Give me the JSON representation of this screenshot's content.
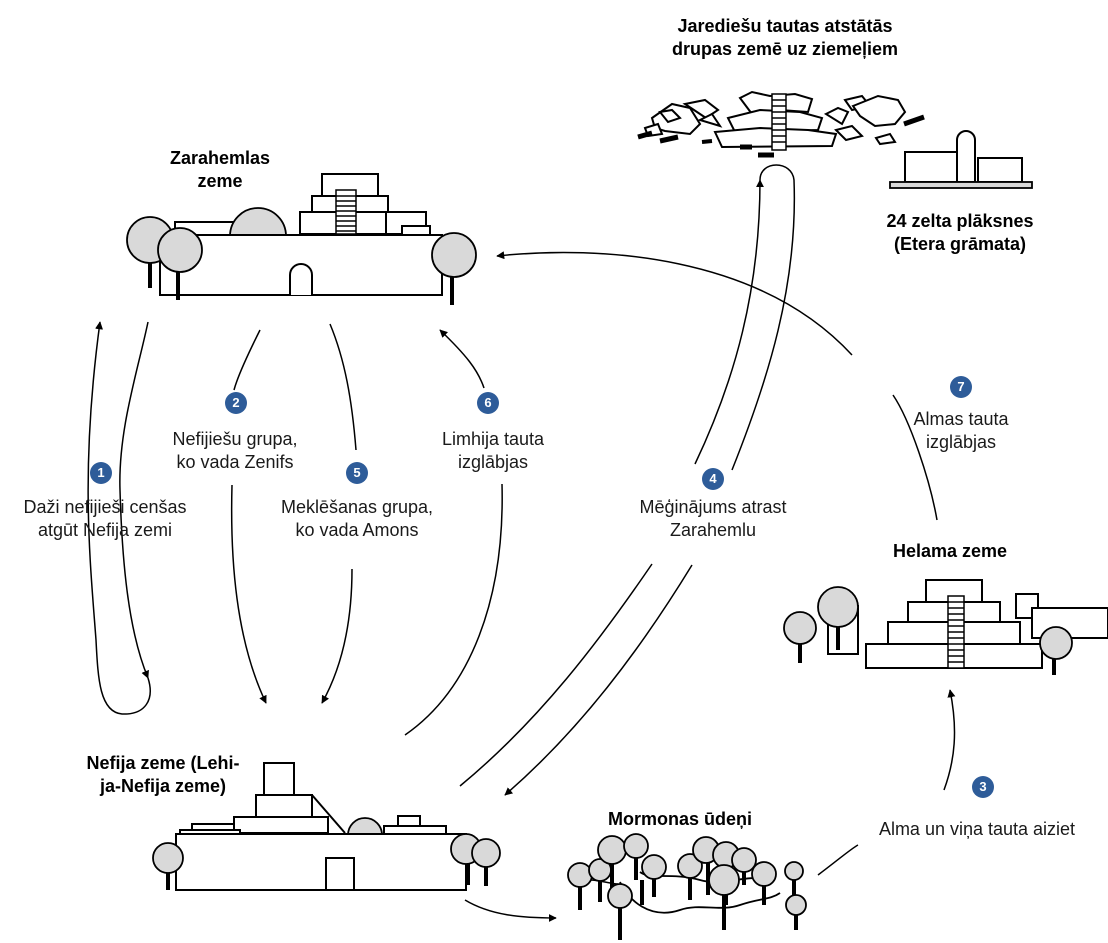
{
  "colors": {
    "badge": "#2e5c99",
    "ink": "#000000",
    "tree_fill": "#d9d9d9"
  },
  "places": {
    "zarahemla": {
      "line1": "Zarahemlas",
      "line2": "zeme"
    },
    "jaredite_ruins": {
      "line1": "Jarediešu tautas atstātās",
      "line2": "drupas zemē uz ziemeļiem"
    },
    "plates": {
      "line1": "24 zelta plāksnes",
      "line2": "(Etera grāmata)"
    },
    "helam": {
      "line1": "Helama zeme"
    },
    "nephi": {
      "line1": "Nefija zeme (Lehi-",
      "line2": "ja-Nefija zeme)"
    },
    "mormon": {
      "line1": "Mormonas ūdeņi"
    }
  },
  "journeys": [
    {
      "number": "1",
      "line1": "Daži nefijieši cenšas",
      "line2": "atgūt Nefija zemi"
    },
    {
      "number": "2",
      "line1": "Nefijiešu grupa,",
      "line2": "ko vada Zenifs"
    },
    {
      "number": "3",
      "line1": "Alma un viņa tauta aiziet"
    },
    {
      "number": "4",
      "line1": "Mēģinājums atrast",
      "line2": "Zarahemlu"
    },
    {
      "number": "5",
      "line1": "Meklēšanas grupa,",
      "line2": "ko vada Amons"
    },
    {
      "number": "6",
      "line1": "Limhija tauta",
      "line2": "izglābjas"
    },
    {
      "number": "7",
      "line1": "Almas tauta",
      "line2": "izglābjas"
    }
  ]
}
